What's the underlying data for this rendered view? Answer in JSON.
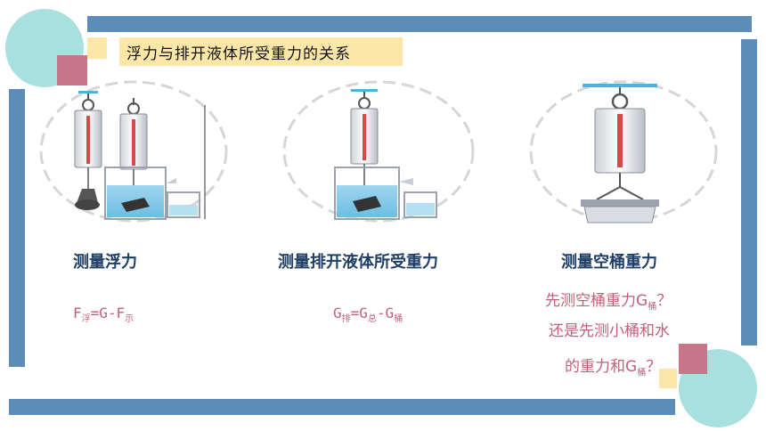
{
  "title": "浮力与排开液体所受重力的关系",
  "panels": [
    {
      "caption": "测量浮力"
    },
    {
      "caption": "测量排开液体所受重力"
    },
    {
      "caption": "测量空桶重力"
    }
  ],
  "formula1": {
    "a": "F",
    "a_sub": "浮",
    "mid": "=G-F",
    "b_sub": "示"
  },
  "formula2": {
    "a": "G",
    "a_sub": "排",
    "mid": "=G",
    "b_sub": "总",
    "dash": "-G",
    "c_sub": "桶"
  },
  "question": {
    "line1_a": "先测空桶重力G",
    "line1_sub": "桶",
    "line1_b": "？",
    "line2": "还是先测小桶和水",
    "line3_a": "的重力和G",
    "line3_sub": "桶",
    "line3_b": "？"
  },
  "colors": {
    "frame": "#5b8db8",
    "teal": "#a8e0e0",
    "rose": "#c8778a",
    "yellow": "#fde7a8",
    "navy": "#1f3f66",
    "pink_text": "#c2607a"
  }
}
